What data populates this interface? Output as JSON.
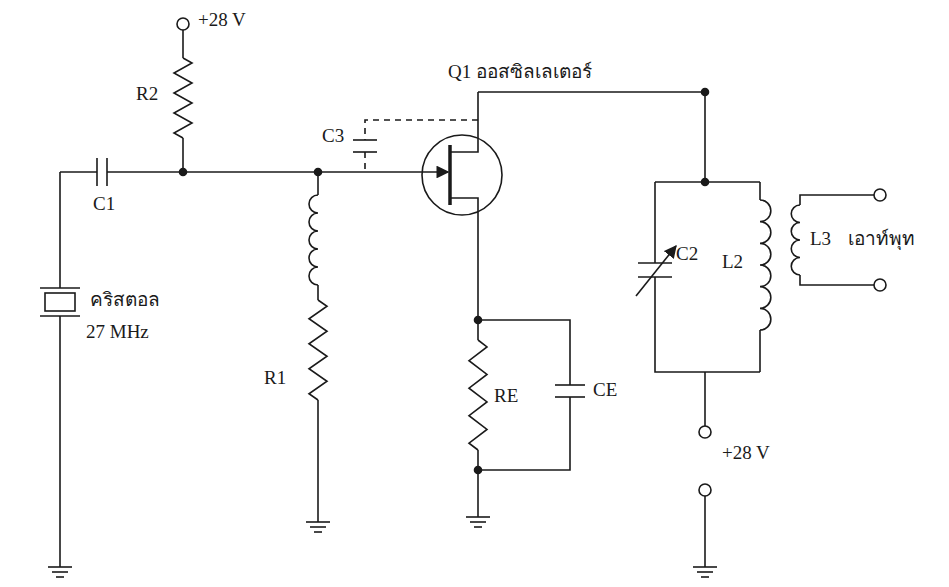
{
  "diagram": {
    "labels": [
      "+28 V",
      "R2",
      "C3",
      "Q1 ออสซิลเลเตอร์",
      "C1",
      "คริสตอล",
      "27 MHz",
      "R1",
      "RE",
      "CE",
      "C2",
      "L2",
      "L3",
      "เอาท์พุท",
      "+28 V"
    ]
  }
}
